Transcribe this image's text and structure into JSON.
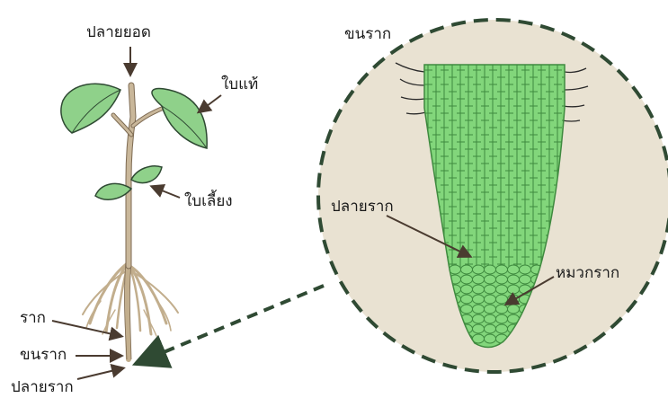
{
  "labels": {
    "shoot_tip": "ปลายยอด",
    "true_leaf": "ใบแท้",
    "cotyledon": "ใบเลี้ยง",
    "root": "ราก",
    "root_hair": "ขนราก",
    "root_tip": "ปลายราก",
    "zoom_root_hair": "ขนราก",
    "zoom_root_tip": "ปลายราก",
    "root_cap": "หมวกราก"
  },
  "colors": {
    "background": "#ffffff",
    "zoom_circle_fill": "#e9e2d2",
    "zoom_circle_border": "#2f4a33",
    "leaf_fill": "#8fd18a",
    "leaf_dark": "#5fae5c",
    "stem": "#c9b79a",
    "root": "#c2ae8d",
    "cell_fill": "#82d67b",
    "cell_line": "#3f8a3f",
    "arrow": "#4a3b30"
  }
}
